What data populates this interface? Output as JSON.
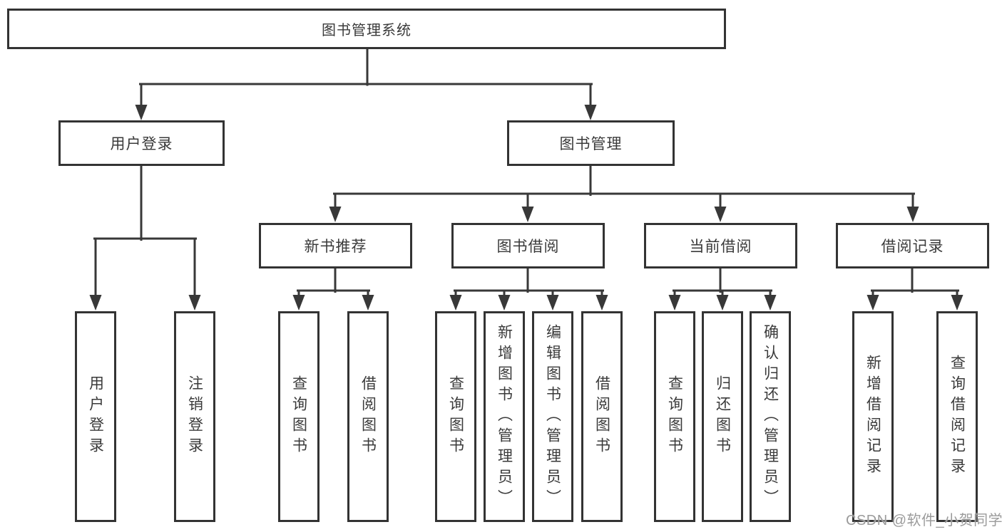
{
  "diagram": {
    "title": "图书管理系统",
    "level2": {
      "user_login": "用户登录",
      "book_management": "图书管理"
    },
    "level3": {
      "new_book_recommend": "新书推荐",
      "book_borrow": "图书借阅",
      "current_borrow": "当前借阅",
      "borrow_records": "借阅记录"
    },
    "level4": {
      "user_login": [
        "用户登录",
        "注销登录"
      ],
      "new_book_recommend": [
        "查询图书",
        "借阅图书"
      ],
      "book_borrow": [
        "查询图书",
        "新增图书（管理员）",
        "编辑图书（管理员）",
        "借阅图书"
      ],
      "current_borrow": [
        "查询图书",
        "归还图书",
        "确认归还（管理员）"
      ],
      "borrow_records": [
        "新增借阅记录",
        "查询借阅记录"
      ]
    }
  },
  "watermark": {
    "text": "CSDN @软件_小贺同学",
    "color": "#9b9b9b"
  },
  "colors": {
    "background": "#ffffff",
    "line": "#383838",
    "box_border": "#333333",
    "text": "#3a3a3a"
  }
}
